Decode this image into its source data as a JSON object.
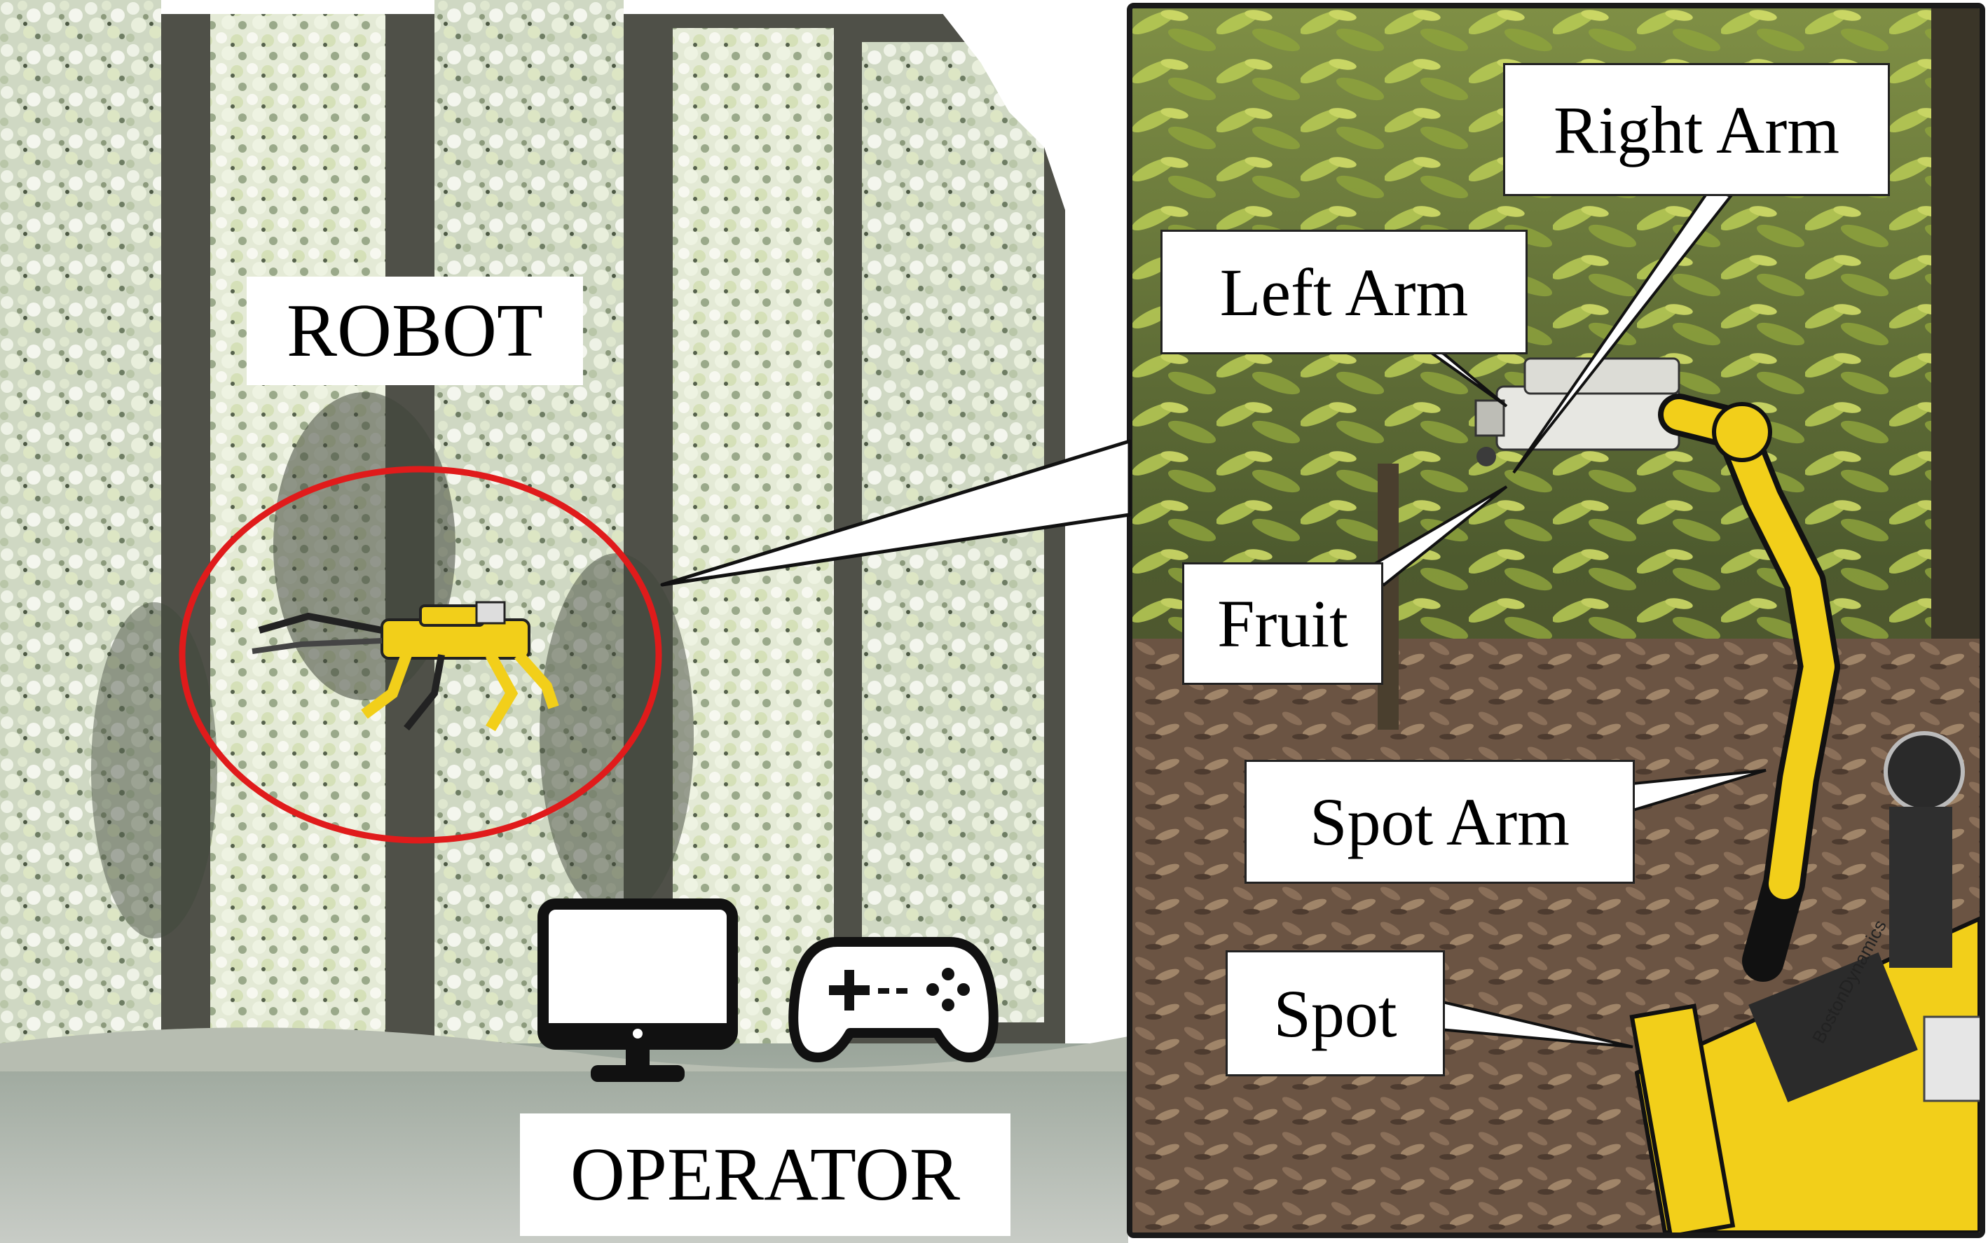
{
  "left_panel": {
    "robot_label": "ROBOT",
    "operator_label": "OPERATOR",
    "highlight_color": "#e01b1b",
    "icons": [
      "monitor-icon",
      "gamepad-icon"
    ]
  },
  "right_panel": {
    "callouts": {
      "right_arm": "Right Arm",
      "left_arm": "Left Arm",
      "fruit": "Fruit",
      "spot_arm": "Spot Arm",
      "spot": "Spot"
    },
    "robot_body_color": "#f2cf1a",
    "robot_brand_text": "BostonDynamics"
  }
}
